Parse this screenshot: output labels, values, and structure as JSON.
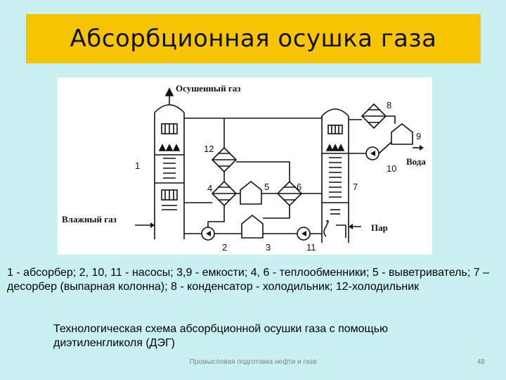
{
  "title": "Абсорбционная осушка газа",
  "diagram": {
    "labels": {
      "dry_gas": "Осушенный газ",
      "wet_gas": "Влажный газ",
      "water": "Вода",
      "steam": "Пар",
      "n1": "1",
      "n2": "2",
      "n3": "3",
      "n4": "4",
      "n5": "5",
      "n6": "6",
      "n7": "7",
      "n8": "8",
      "n9": "9",
      "n10": "10",
      "n11": "11",
      "n12": "12"
    }
  },
  "legend": "1 - абсорбер; 2, 10, 11 - насосы; 3,9 - емкости; 4, 6 - теплообменники; 5 - выветриватель; 7 – десорбер (выпарная колонна); 8 - конденсатор - холодильник; 12-холодильник",
  "caption": "Технологическая схема абсорбционной осушки газа с помощью диэтиленгликоля (ДЭГ)",
  "footer": "Промысловая подготовка нефти и газа",
  "page_number": "48"
}
